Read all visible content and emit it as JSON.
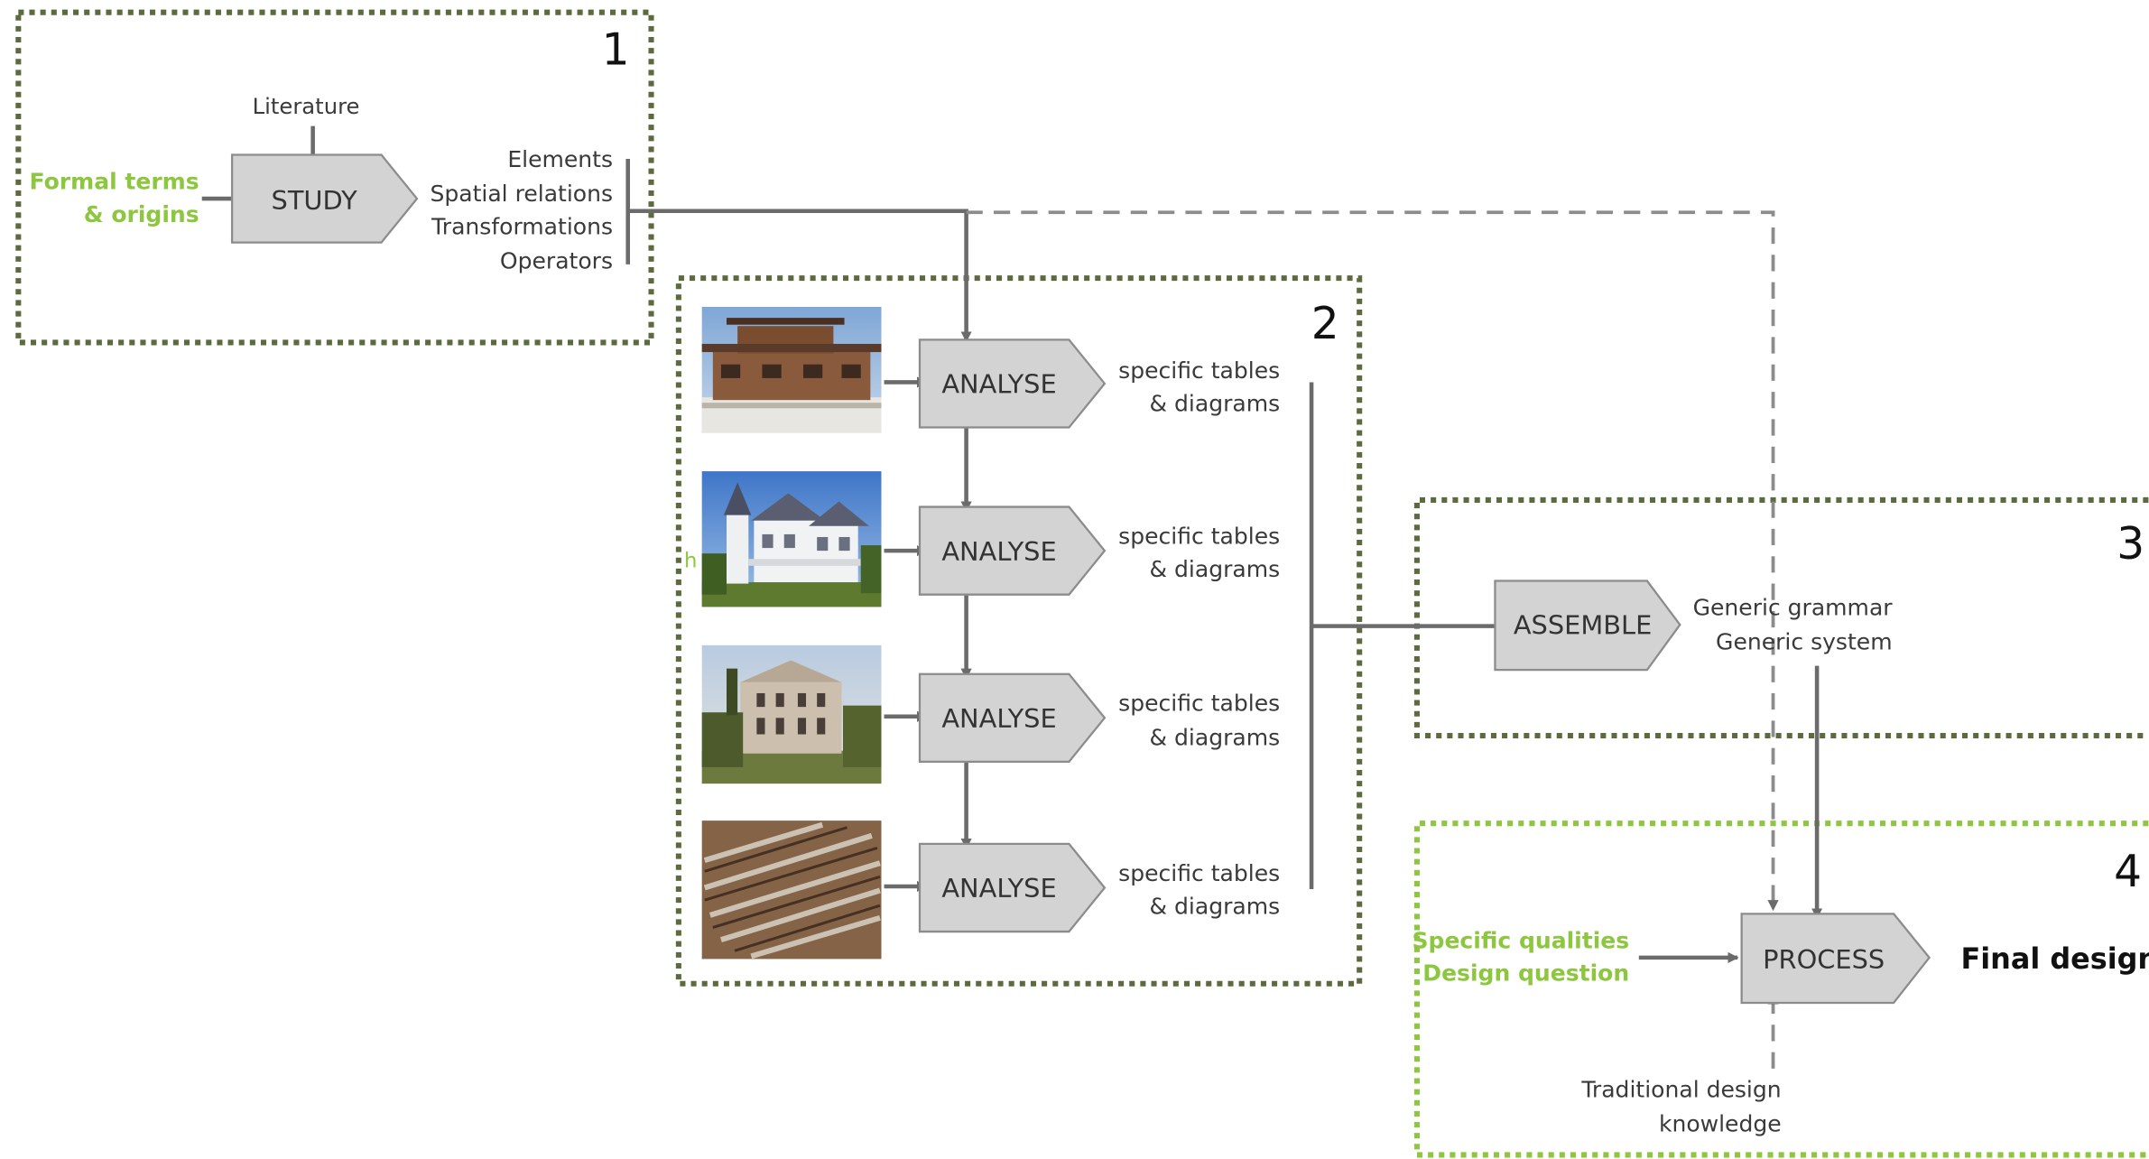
{
  "colors": {
    "frame_dark": "#5b6b3e",
    "frame_green": "#8dc63f",
    "accent_green": "#8dc63f",
    "arrow": "#6b6b6b",
    "shape_fill": "#d3d3d3",
    "shape_stroke": "#8c8c8c",
    "text": "#3a3a3a"
  },
  "section1": {
    "number": "1",
    "literature": "Literature",
    "input_line1": "Formal terms",
    "input_line2": "& origins",
    "process_label": "STUDY",
    "outputs": [
      "Elements",
      "Spatial relations",
      "Transformations",
      "Operators"
    ]
  },
  "section2": {
    "number": "2",
    "cases": [
      {
        "photo": "prairie-house-photo",
        "process_label": "ANALYSE",
        "output_line1": "specific tables",
        "output_line2": "& diagrams"
      },
      {
        "photo": "victorian-house-photo",
        "process_label": "ANALYSE",
        "output_line1": "specific tables",
        "output_line2": "& diagrams"
      },
      {
        "photo": "palladian-villa-photo",
        "process_label": "ANALYSE",
        "output_line1": "specific tables",
        "output_line2": "& diagrams"
      },
      {
        "photo": "row-housing-aerial-photo",
        "process_label": "ANALYSE",
        "output_line1": "specific tables",
        "output_line2": "& diagrams"
      }
    ]
  },
  "section3": {
    "number": "3",
    "process_label": "ASSEMBLE",
    "output_line1": "Generic grammar",
    "output_line2": "Generic system"
  },
  "section4": {
    "number": "4",
    "input_line1": "Specific qualities",
    "input_line2": "Design question",
    "process_label": "PROCESS",
    "result": "Final design",
    "knowledge_line1": "Traditional design",
    "knowledge_line2": "knowledge"
  }
}
